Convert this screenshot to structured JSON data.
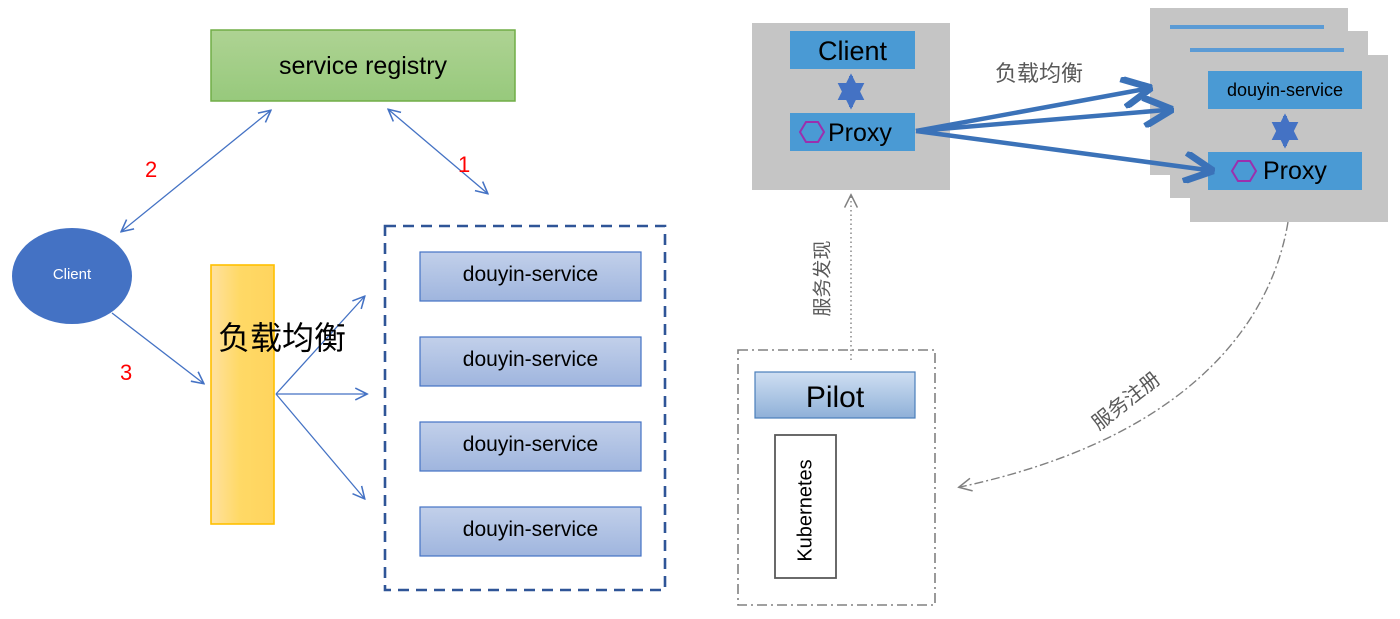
{
  "diagram": {
    "title": "Service registry / load balancing vs Istio sidecar service mesh",
    "type": "architecture-diagram"
  },
  "colors": {
    "registry_fill_top": "#a9d18e",
    "registry_fill_bottom": "#9dcc80",
    "registry_stroke": "#70ad47",
    "client_circle_fill": "#4472c4",
    "client_circle_text": "#ffffff",
    "loadbalancer_fill": "#ffd966",
    "loadbalancer_stroke": "#ffc000",
    "service_fill": "#b4c7e7",
    "service_stroke": "#4472c4",
    "dashed_container_stroke": "#2f5597",
    "thin_arrow": "#4472c4",
    "number_red": "#ff0000",
    "pod_grey": "#c0c0c0",
    "box_blue": "#4a9ad4",
    "hex_purple": "#9b2fae",
    "thick_arrow_blue": "#3b72b8",
    "pilot_fill_top": "#c5d9f1",
    "pilot_fill_bottom": "#95b3d7",
    "pilot_stroke": "#4a7ebb",
    "kubernetes_stroke": "#595959",
    "dotted_grey": "#808080",
    "chinese_label_grey": "#595959"
  },
  "left_panel": {
    "registry": {
      "label": "service registry"
    },
    "client": {
      "label": "Client"
    },
    "loadbalancer": {
      "label": "负载均衡"
    },
    "service_group": {
      "services": [
        {
          "label": "douyin-service"
        },
        {
          "label": "douyin-service"
        },
        {
          "label": "douyin-service"
        },
        {
          "label": "douyin-service"
        }
      ]
    },
    "step_numbers": [
      {
        "label": "1"
      },
      {
        "label": "2"
      },
      {
        "label": "3"
      }
    ]
  },
  "right_panel": {
    "client_pod": {
      "app": {
        "label": "Client"
      },
      "proxy": {
        "label": "Proxy"
      }
    },
    "service_pod": {
      "app": {
        "label": "douyin-service"
      },
      "proxy": {
        "label": "Proxy"
      },
      "replica_count": 3
    },
    "control_plane": {
      "pilot": {
        "label": "Pilot"
      },
      "platform": {
        "label": "Kubernetes"
      }
    },
    "annotations": {
      "load_balancing": "负载均衡",
      "service_discovery": "服务发现",
      "service_registration": "服务注册"
    }
  }
}
